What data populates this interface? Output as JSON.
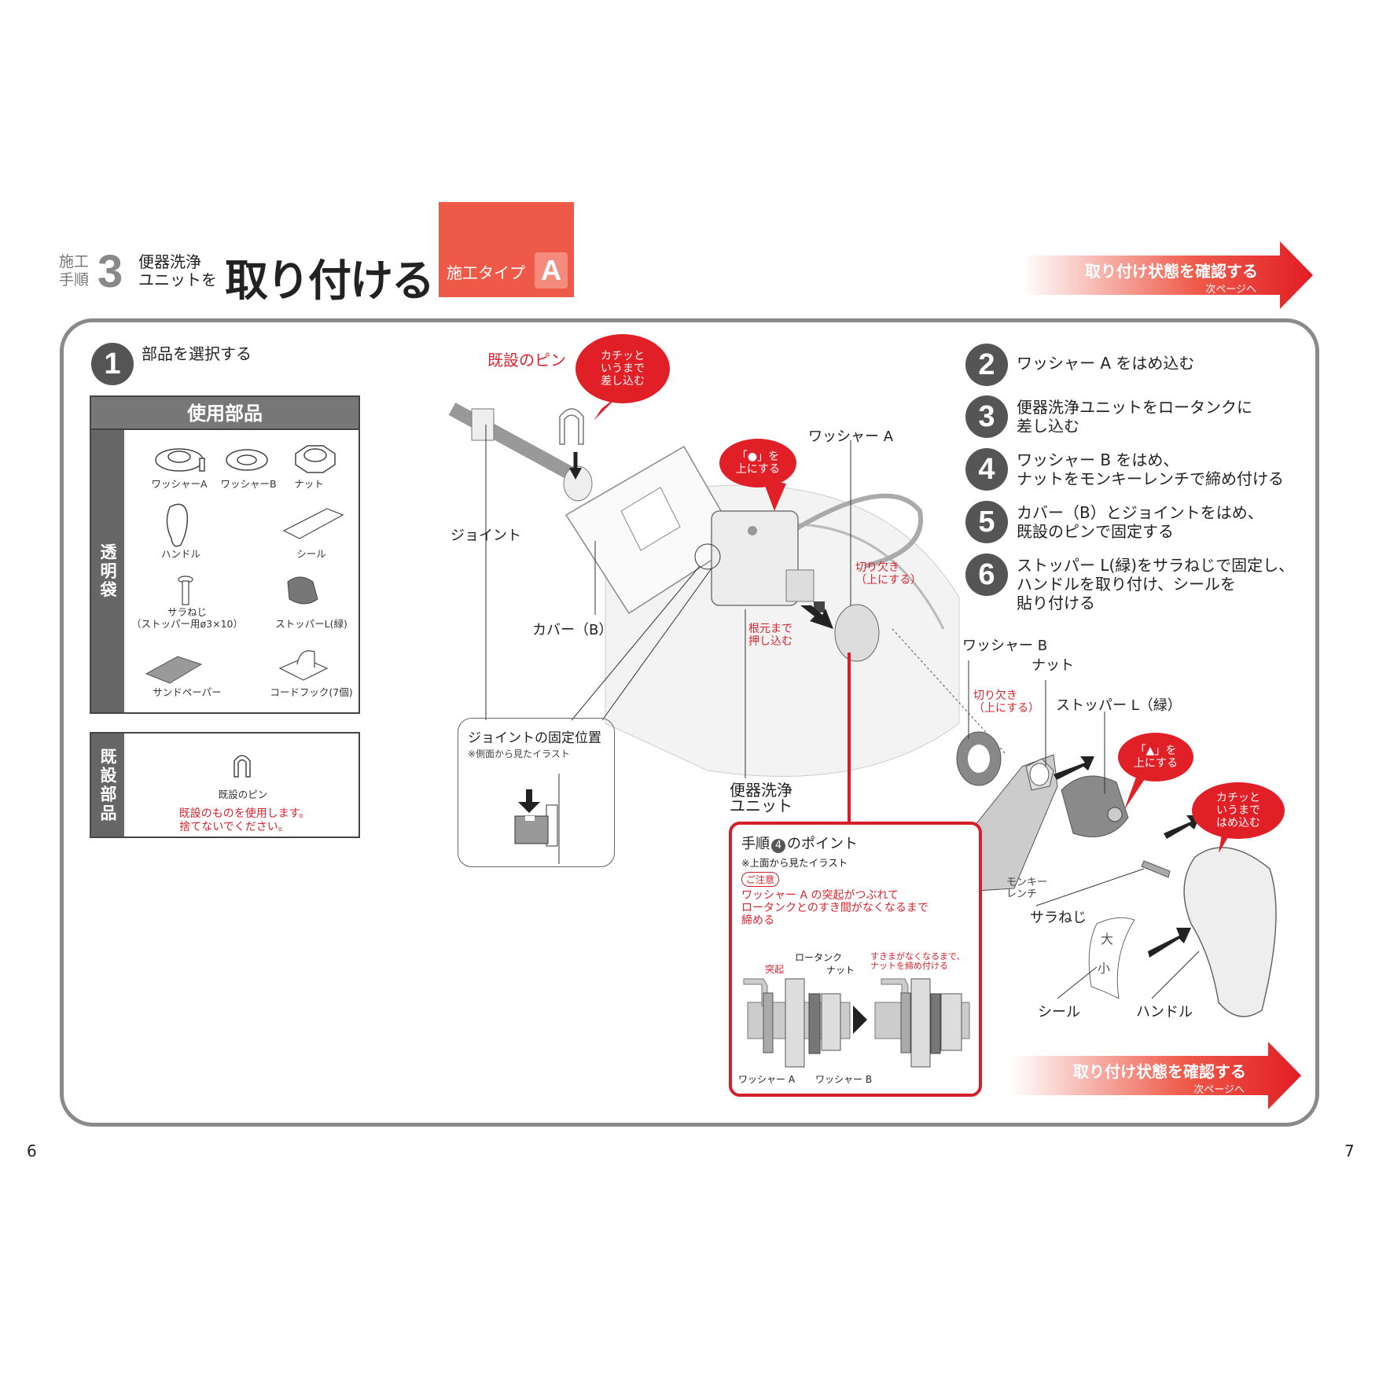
{
  "header": {
    "step_prefix": "施工\n手順",
    "step_number": "3",
    "subject_line1": "便器洗浄",
    "subject_line2": "ユニットを",
    "title": "取り付ける",
    "type_label": "施工タイプ",
    "type_badge": "A"
  },
  "banner_top": {
    "text": "取り付け状態を確認する",
    "sub": "次ページへ"
  },
  "banner_bottom": {
    "text": "取り付け状態を確認する",
    "sub": "次ページへ"
  },
  "step1": {
    "number": "1",
    "label": "部品を選択する"
  },
  "parts_table": {
    "header": "使用部品",
    "side_label": "透明袋",
    "items": [
      {
        "label": "ワッシャーA"
      },
      {
        "label": "ワッシャーB"
      },
      {
        "label": "ナット"
      },
      {
        "label": "ハンドル"
      },
      {
        "label": "シール"
      },
      {
        "label": "サラねじ"
      },
      {
        "label": "（ストッパー用ø3×10）"
      },
      {
        "label": "ストッパーL(緑)"
      },
      {
        "label": "サンドペーパー"
      },
      {
        "label": "コードフック(7個)"
      }
    ]
  },
  "existing_parts": {
    "side_label": "既設部品",
    "item": "既設のピン",
    "note1": "既設のものを使用します。",
    "note2": "捨てないでください。"
  },
  "steps": [
    {
      "number": "2",
      "lines": [
        "ワッシャー A をはめ込む"
      ]
    },
    {
      "number": "3",
      "lines": [
        "便器洗浄ユニットをロータンクに",
        "差し込む"
      ]
    },
    {
      "number": "4",
      "lines": [
        "ワッシャー B をはめ、",
        "ナットをモンキーレンチで締め付ける"
      ]
    },
    {
      "number": "5",
      "lines": [
        "カバー（B）とジョイントをはめ、",
        "既設のピンで固定する"
      ]
    },
    {
      "number": "6",
      "lines": [
        "ストッパー L(緑)をサラねじで固定し、",
        "ハンドルを取り付け、シールを",
        "貼り付ける"
      ]
    }
  ],
  "illustration": {
    "existing_pin": "既設のピン",
    "bubble_click_insert": "カチッと\nいうまで\n差し込む",
    "joint": "ジョイント",
    "cover_b": "カバー（B）",
    "bubble_dot_up": "「●」を\n上にする",
    "washer_a": "ワッシャー A",
    "notch1": "切り欠き\n（上にする）",
    "push_to_base": "根元まで\n押し込む",
    "unit": "便器洗浄\nユニット",
    "washer_b": "ワッシャー B",
    "nut": "ナット",
    "notch2": "切り欠き\n（上にする）",
    "stopper": "ストッパー L（緑）",
    "bubble_triangle_up": "「▲」を\n上にする",
    "bubble_click_fit": "カチッと\nいうまで\nはめ込む",
    "wrench": "モンキー\nレンチ",
    "screw": "サラねじ",
    "seal": "シール",
    "seal_large": "大",
    "seal_small": "小",
    "handle": "ハンドル"
  },
  "joint_box": {
    "title": "ジョイントの固定位置",
    "note": "※側面から見たイラスト"
  },
  "point_box": {
    "title_pre": "手順",
    "title_num": "4",
    "title_post": "のポイント",
    "note": "※上面から見たイラスト",
    "caution": "ご注意",
    "warning": "ワッシャー A の突起がつぶれて\nロータンクとのすき間がなくなるまで\n締める",
    "lbl_protrusion": "突起",
    "lbl_tank": "ロータンク",
    "lbl_nut": "ナット",
    "lbl_tighten": "すきまがなくなるまで、\nナットを締め付ける",
    "lbl_washer_a": "ワッシャー A",
    "lbl_washer_b": "ワッシャー B"
  },
  "page_numbers": {
    "left": "6",
    "right": "7"
  },
  "colors": {
    "accent_red": "#e01f26",
    "type_box": "#ef5a48",
    "frame_gray": "#8a8a8a"
  }
}
